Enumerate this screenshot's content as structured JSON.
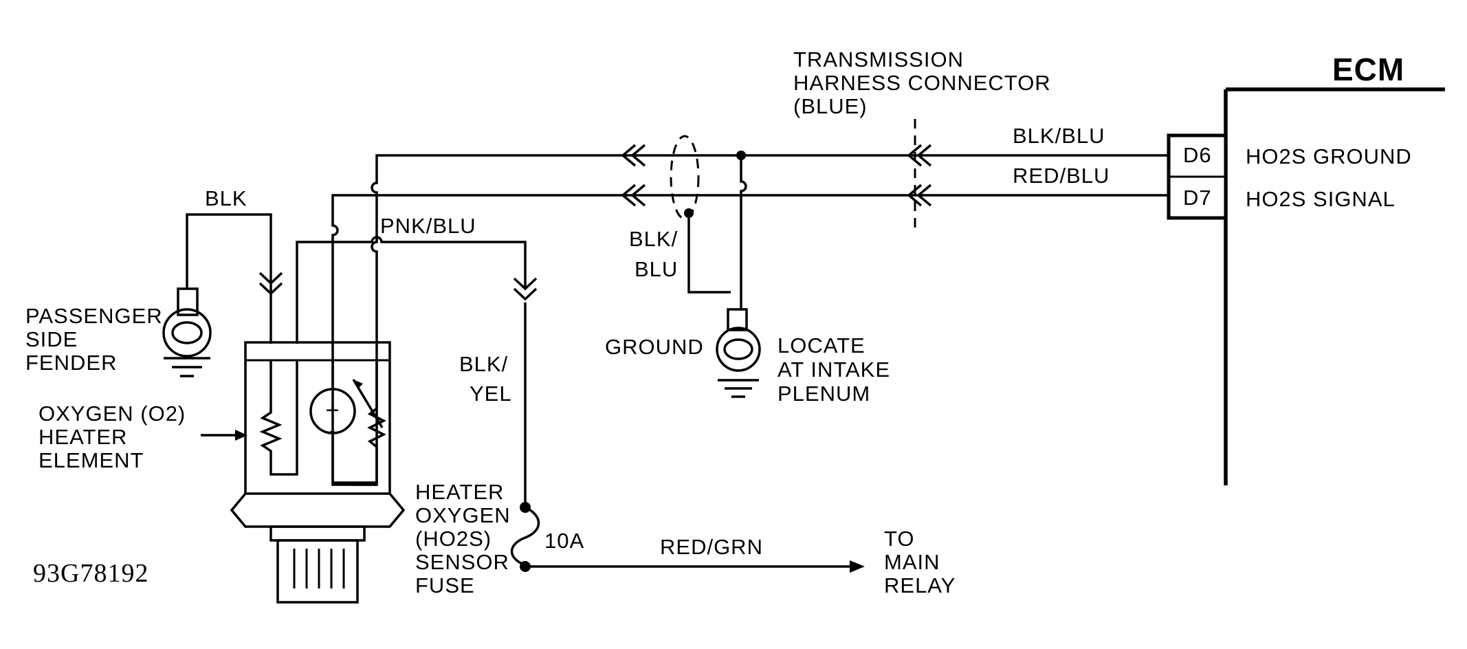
{
  "labels": {
    "ecm": "ECM",
    "trans_line1": "TRANSMISSION",
    "trans_line2": "HARNESS CONNECTOR",
    "trans_line3": "(BLUE)",
    "wire_blk_blu_top": "BLK/BLU",
    "wire_red_blu": "RED/BLU",
    "pin_d6": "D6",
    "pin_d7": "D7",
    "ho2s_ground": "HO2S GROUND",
    "ho2s_signal": "HO2S SIGNAL",
    "wire_blk": "BLK",
    "wire_pnk_blu": "PNK/BLU",
    "wire_blk_blu_1": "BLK/",
    "wire_blk_blu_2": "BLU",
    "pass_1": "PASSENGER",
    "pass_2": "SIDE",
    "pass_3": "FENDER",
    "ground": "GROUND",
    "locate_1": "LOCATE",
    "locate_2": "AT INTAKE",
    "locate_3": "PLENUM",
    "wire_blk_yel_1": "BLK/",
    "wire_blk_yel_2": "YEL",
    "o2_1": "OXYGEN (O2)",
    "o2_2": "HEATER",
    "o2_3": "ELEMENT",
    "fuse_1": "HEATER",
    "fuse_2": "OXYGEN",
    "fuse_3": "(HO2S)",
    "fuse_4": "SENSOR",
    "fuse_5": "FUSE",
    "fuse_rating": "10A",
    "wire_red_grn": "RED/GRN",
    "to_1": "TO",
    "to_2": "MAIN",
    "to_3": "RELAY",
    "figure_code": "93G78192",
    "plus_symbol": "+",
    "minus_symbol": "-"
  }
}
